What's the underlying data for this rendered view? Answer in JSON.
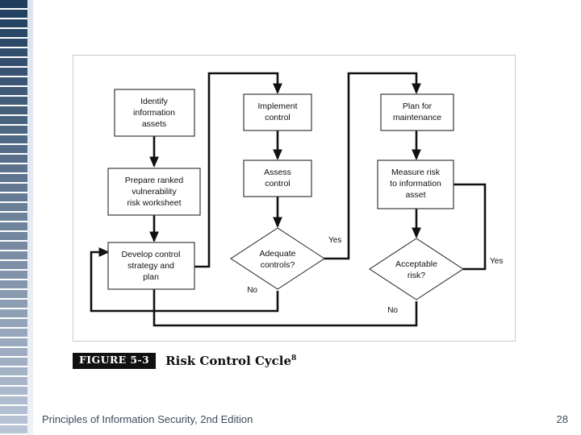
{
  "slide": {
    "background_color": "#ffffff",
    "sidebar": {
      "name": "decorative-stripe-bar",
      "stripe_count": 45,
      "top_color": "#1f3e5e",
      "bottom_color": "#b9c4d6",
      "edge_color": "#e3e9f2"
    }
  },
  "figure": {
    "border_color": "#c9c9c9",
    "caption": {
      "tag": "FIGURE 5-3",
      "title": "Risk Control Cycle",
      "footnote": "8"
    },
    "diagram": {
      "type": "flowchart",
      "nodes": [
        {
          "id": "identify",
          "shape": "rect",
          "lines": [
            "Identify",
            "information",
            "assets"
          ]
        },
        {
          "id": "prepare",
          "shape": "rect",
          "lines": [
            "Prepare ranked",
            "vulnerability",
            "risk worksheet"
          ]
        },
        {
          "id": "develop",
          "shape": "rect",
          "lines": [
            "Develop control",
            "strategy and",
            "plan"
          ]
        },
        {
          "id": "implement",
          "shape": "rect",
          "lines": [
            "Implement",
            "control"
          ]
        },
        {
          "id": "assess",
          "shape": "rect",
          "lines": [
            "Assess",
            "control"
          ]
        },
        {
          "id": "adequate",
          "shape": "diamond",
          "lines": [
            "Adequate",
            "controls?"
          ]
        },
        {
          "id": "planmaint",
          "shape": "rect",
          "lines": [
            "Plan for",
            "maintenance"
          ]
        },
        {
          "id": "measure",
          "shape": "rect",
          "lines": [
            "Measure risk",
            "to information",
            "asset"
          ]
        },
        {
          "id": "acceptable",
          "shape": "diamond",
          "lines": [
            "Acceptable",
            "risk?"
          ]
        }
      ],
      "branch_labels": {
        "adequate_yes": "Yes",
        "adequate_no": "No",
        "acceptable_yes": "Yes",
        "acceptable_no": "No"
      }
    }
  },
  "footer": {
    "text": "Principles of Information Security, 2nd Edition",
    "page": "28"
  }
}
